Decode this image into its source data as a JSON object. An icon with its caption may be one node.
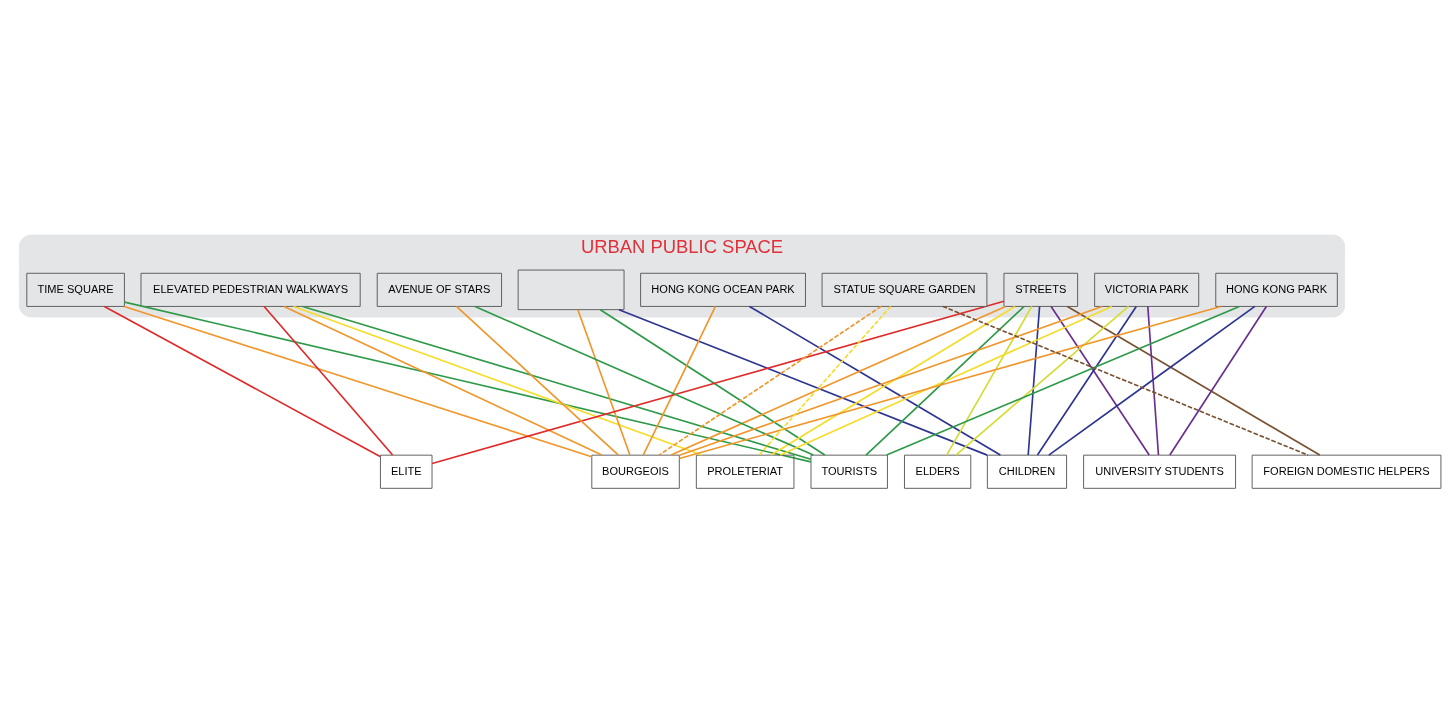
{
  "diagram": {
    "nodes": [
      {
        "text": [
          "URBAN PUBLIC SPACE"
        ]
      },
      {
        "text": [
          "TIME SQUARE"
        ],
        "in": 0
      },
      {
        "text": [
          "ELEVATED PEDESTRIAN WALKWAYS"
        ],
        "in": 0
      },
      {
        "text": [],
        "shape": "box",
        "in": 0
      },
      {
        "text": [
          "HONG KONG OCEAN PARK"
        ],
        "in": 0
      },
      {
        "text": [
          "STREETS"
        ],
        "in": 0
      },
      {
        "text": [
          "AVENUE OF STARS"
        ],
        "in": 0
      },
      {
        "text": [
          "VICTORIA PARK"
        ],
        "in": 0
      },
      {
        "text": [
          "HONG KONG PARK"
        ],
        "in": 0
      },
      {
        "text": [
          "STATUE SQUARE GARDEN"
        ],
        "in": 0
      },
      {
        "text": [
          "ELITE"
        ]
      },
      {
        "text": [
          "BOURGEOIS"
        ]
      },
      {
        "text": [
          "PROLETERIAT"
        ]
      },
      {
        "text": [
          "TOURISTS"
        ]
      },
      {
        "text": [
          "ELDERS"
        ]
      },
      {
        "text": [
          "CHILDREN"
        ]
      },
      {
        "text": [
          "UNIVERSITY STUDENTS"
        ]
      },
      {
        "text": [
          "FOREIGN DOMESTIC HELPERS"
        ]
      }
    ],
    "edges": [
      {
        "from": 1,
        "to": 10,
        "arrow": "none",
        "color": "#e02a2a"
      },
      {
        "from": 2,
        "to": 10,
        "arrow": "none",
        "color": "#e02a2a"
      },
      {
        "from": 5,
        "to": 10,
        "arrow": "none",
        "color": "#e02a2a"
      },
      {
        "from": 1,
        "to": 11,
        "arrow": "none",
        "color": "#f0962a"
      },
      {
        "from": 2,
        "to": 11,
        "arrow": "none",
        "color": "#f0962a"
      },
      {
        "from": 3,
        "to": 11,
        "arrow": "none",
        "color": "#f0962a"
      },
      {
        "from": 4,
        "to": 11,
        "arrow": "none",
        "color": "#f0962a"
      },
      {
        "from": 5,
        "to": 11,
        "arrow": "none",
        "color": "#f0962a"
      },
      {
        "from": 6,
        "to": 11,
        "arrow": "none",
        "color": "#f0962a"
      },
      {
        "from": 7,
        "to": 11,
        "arrow": "none",
        "color": "#f0962a"
      },
      {
        "from": 8,
        "to": 11,
        "arrow": "none",
        "color": "#f0962a"
      },
      {
        "from": 9,
        "to": 11,
        "arrow": "none",
        "color": "#f0962a",
        "style": "dashed"
      },
      {
        "from": 2,
        "to": 12,
        "arrow": "none",
        "color": "#f5dc28"
      },
      {
        "from": 5,
        "to": 12,
        "arrow": "none",
        "color": "#f5dc28"
      },
      {
        "from": 7,
        "to": 12,
        "arrow": "none",
        "color": "#f5dc28"
      },
      {
        "from": 9,
        "to": 12,
        "arrow": "none",
        "color": "#f5dc28",
        "style": "dashed"
      },
      {
        "from": 1,
        "to": 13,
        "arrow": "none",
        "color": "#2e9a48"
      },
      {
        "from": 2,
        "to": 13,
        "arrow": "none",
        "color": "#2e9a48"
      },
      {
        "from": 3,
        "to": 13,
        "arrow": "none",
        "color": "#2e9a48"
      },
      {
        "from": 5,
        "to": 13,
        "arrow": "none",
        "color": "#2e9a48"
      },
      {
        "from": 6,
        "to": 13,
        "arrow": "none",
        "color": "#2e9a48"
      },
      {
        "from": 8,
        "to": 13,
        "arrow": "none",
        "color": "#2e9a48"
      },
      {
        "from": 5,
        "to": 14,
        "arrow": "none",
        "color": "#d4dc34"
      },
      {
        "from": 7,
        "to": 14,
        "arrow": "none",
        "color": "#d4dc34"
      },
      {
        "from": 3,
        "to": 15,
        "arrow": "none",
        "color": "#2e3590"
      },
      {
        "from": 4,
        "to": 15,
        "arrow": "none",
        "color": "#2e3590"
      },
      {
        "from": 5,
        "to": 15,
        "arrow": "none",
        "color": "#2e3590"
      },
      {
        "from": 7,
        "to": 15,
        "arrow": "none",
        "color": "#2e3590"
      },
      {
        "from": 8,
        "to": 15,
        "arrow": "none",
        "color": "#2e3590"
      },
      {
        "from": 5,
        "to": 16,
        "arrow": "none",
        "color": "#6a2e90"
      },
      {
        "from": 7,
        "to": 16,
        "arrow": "none",
        "color": "#6a2e90"
      },
      {
        "from": 8,
        "to": 16,
        "arrow": "none",
        "color": "#6a2e90"
      },
      {
        "from": 5,
        "to": 17,
        "arrow": "none",
        "color": "#7a5232"
      },
      {
        "from": 9,
        "to": 17,
        "arrow": "none",
        "color": "#7a5232",
        "style": "dashed"
      }
    ]
  }
}
